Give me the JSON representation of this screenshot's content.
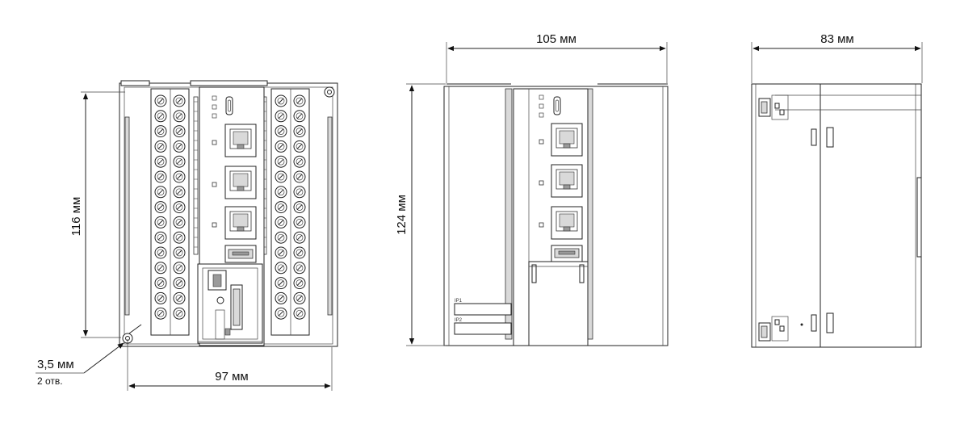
{
  "dimensions": {
    "front_height": "116 мм",
    "front_width": "97 мм",
    "hole_diameter": "3,5 мм",
    "hole_count": "2 отв.",
    "middle_width": "105 мм",
    "middle_height": "124 мм",
    "side_depth": "83 мм"
  },
  "labels": {
    "ip1": "IP1",
    "ip2": "IP2"
  },
  "colors": {
    "line": "#222222",
    "panel_grey": "#d9d9d9"
  }
}
